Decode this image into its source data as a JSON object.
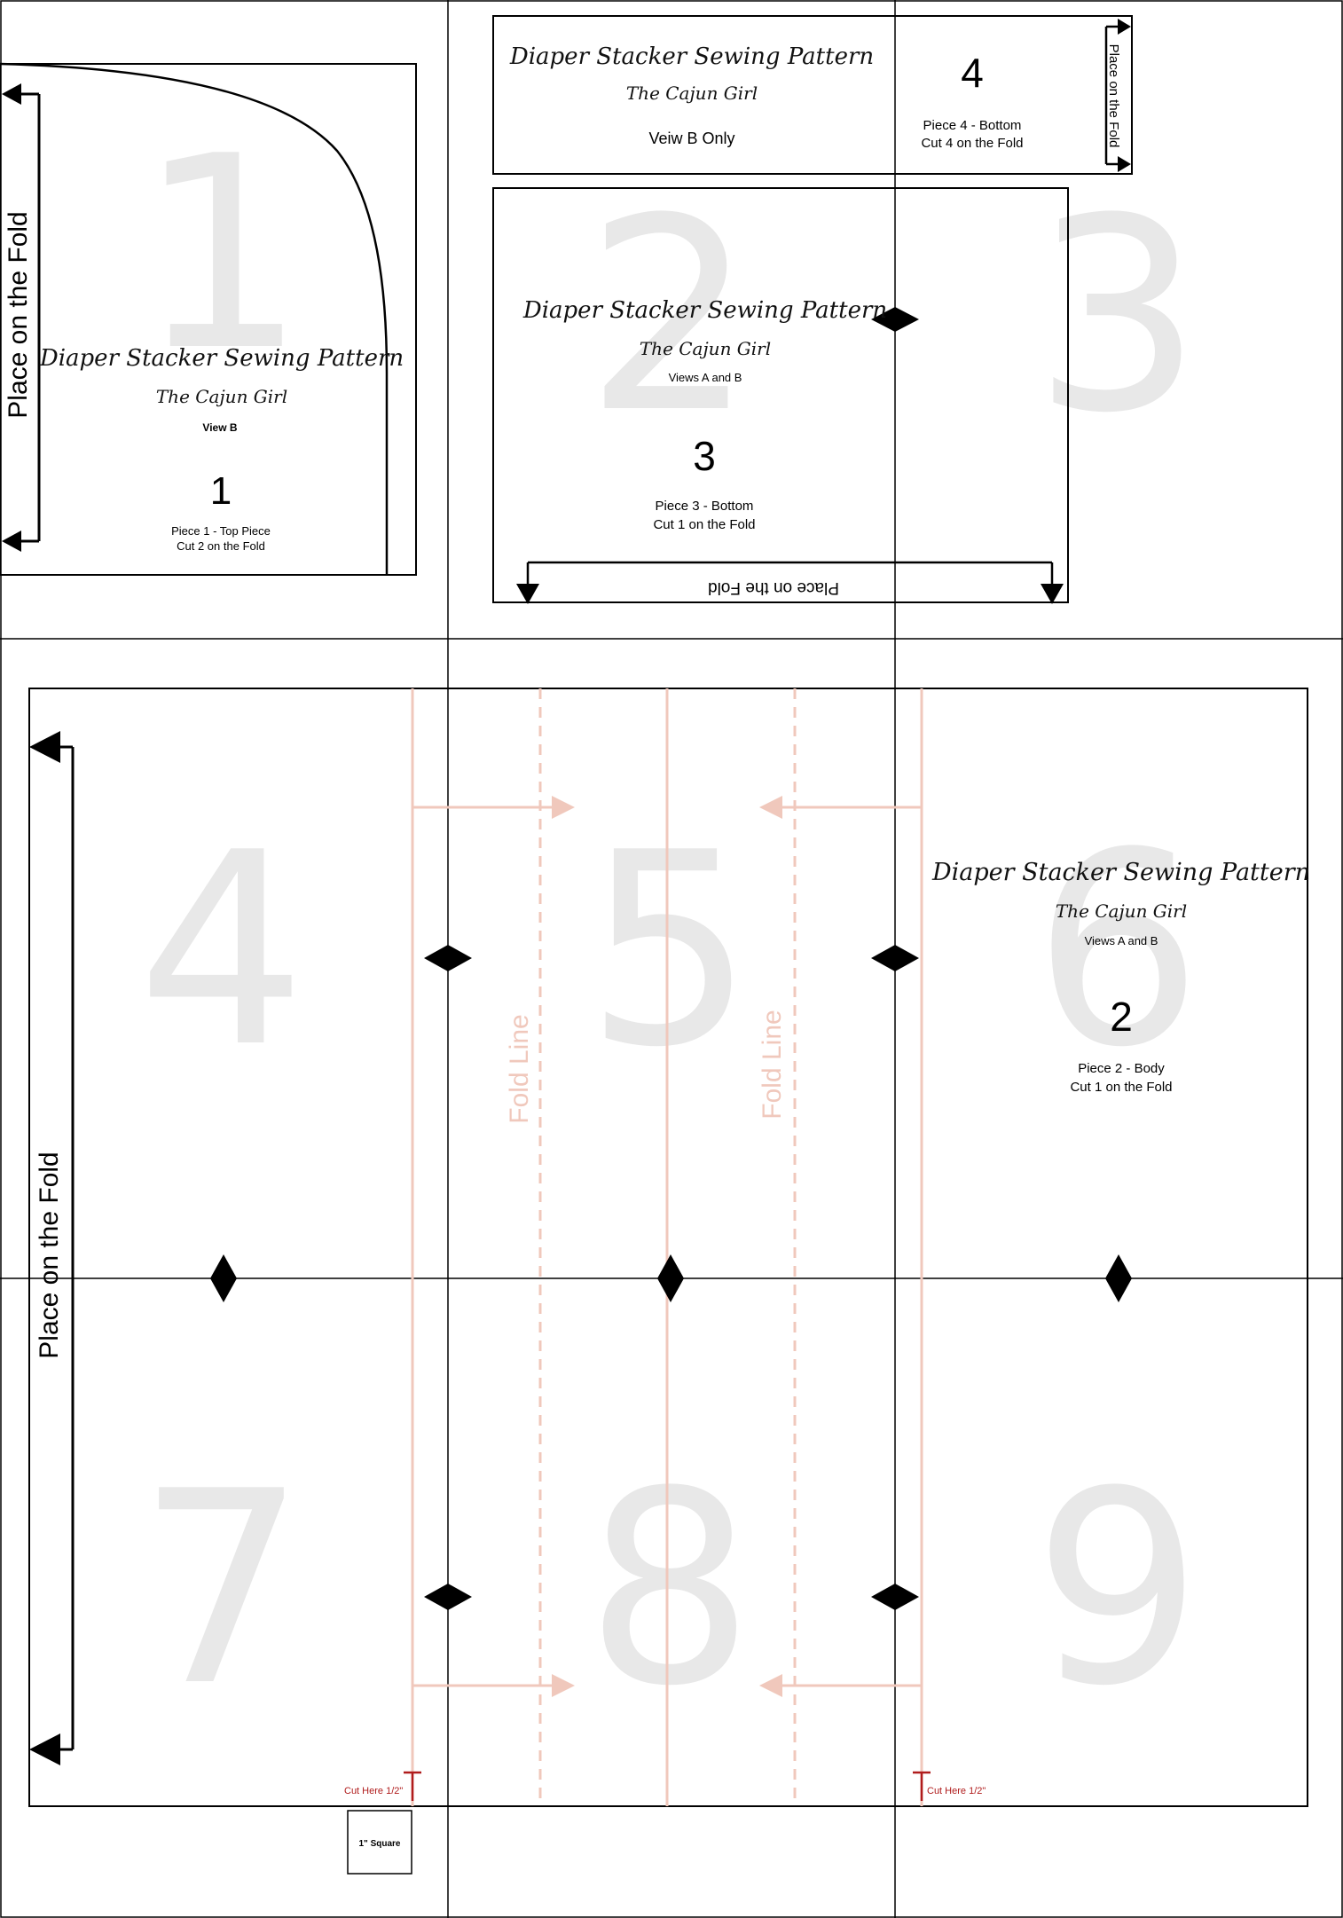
{
  "page_numbers": [
    "1",
    "2",
    "3",
    "4",
    "5",
    "6",
    "7",
    "8",
    "9"
  ],
  "piece1": {
    "title": "Diaper Stacker Sewing Pattern",
    "brand": "The Cajun Girl",
    "view": "View B",
    "number": "1",
    "piece": "Piece 1 - Top Piece",
    "cut": "Cut 2 on the Fold",
    "fold_label": "Place on the Fold"
  },
  "piece4": {
    "title": "Diaper Stacker Sewing Pattern",
    "brand": "The Cajun Girl",
    "view": "Veiw B Only",
    "number": "4",
    "piece": "Piece 4 - Bottom",
    "cut": "Cut 4 on the Fold",
    "fold_label": "Place on the Fold"
  },
  "piece3": {
    "title": "Diaper Stacker Sewing Pattern",
    "brand": "The Cajun Girl",
    "view": "Views A and B",
    "number": "3",
    "piece": "Piece 3 - Bottom",
    "cut": "Cut 1 on the Fold",
    "fold_label": "Place on the Fold"
  },
  "piece2": {
    "title": "Diaper Stacker Sewing Pattern",
    "brand": "The Cajun Girl",
    "view": "Views A and B",
    "number": "2",
    "piece": "Piece 2 - Body",
    "cut": "Cut 1 on the Fold",
    "fold_label": "Place on the Fold",
    "fold_line_label": "Fold Line",
    "cut_here": "Cut Here 1/2\"",
    "square_label": "1\" Square"
  },
  "colors": {
    "line": "#000000",
    "page_number": "#e8e8e8",
    "fold_line": "#f0c8bc",
    "cut_mark": "#b01c1c"
  }
}
